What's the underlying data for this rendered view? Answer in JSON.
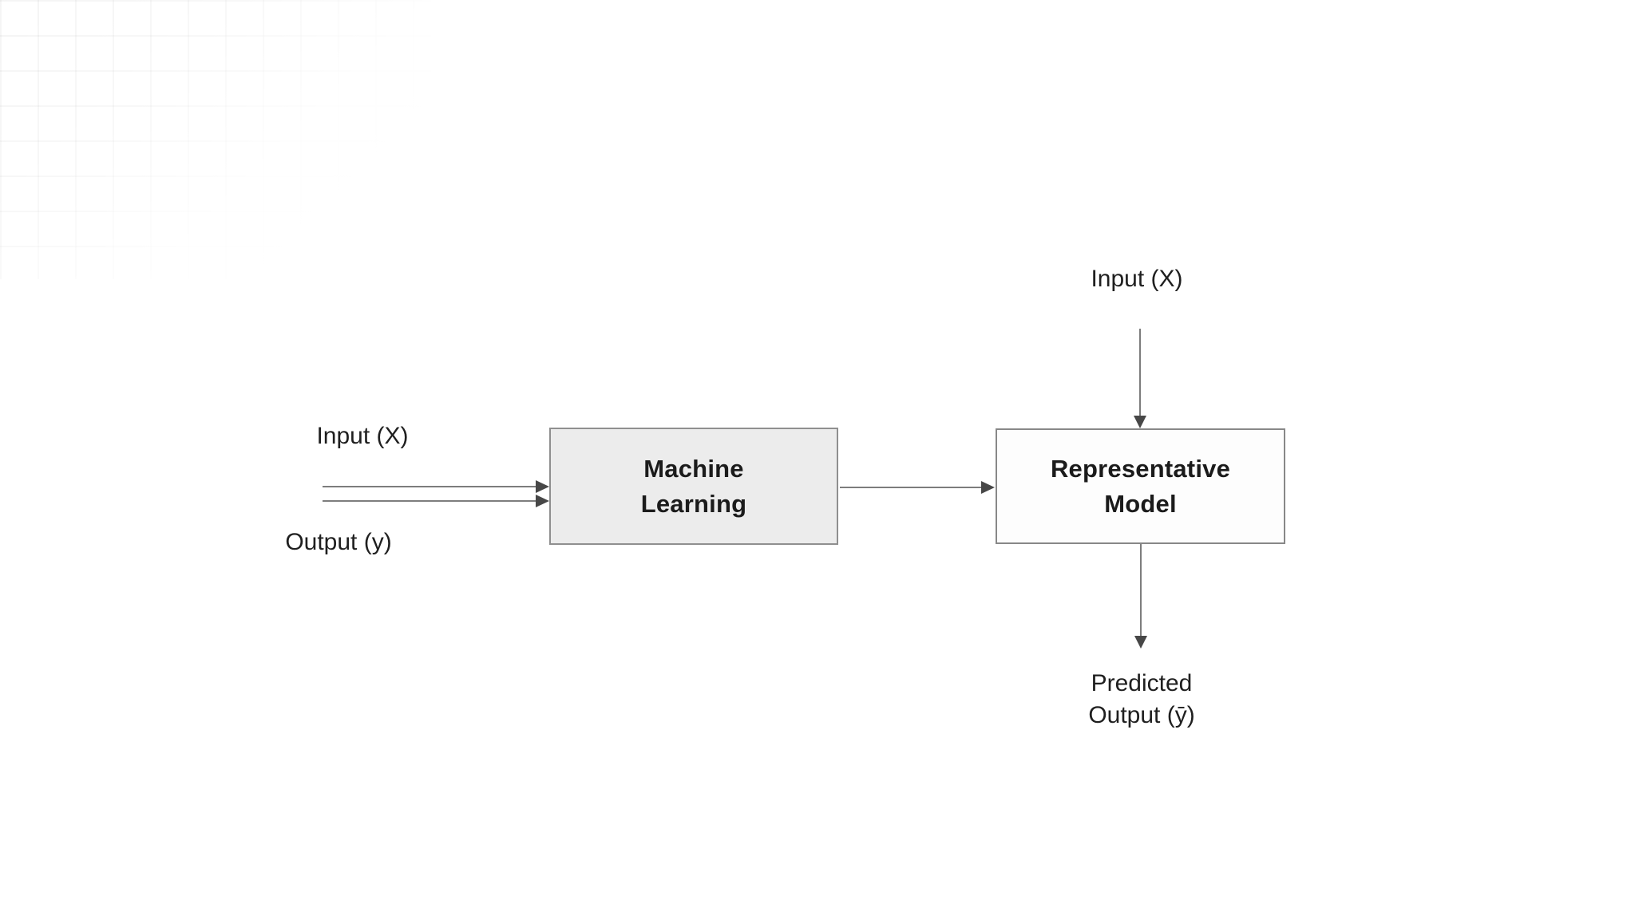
{
  "diagram": {
    "title_context": "machine learning training and inference flow",
    "nodes": [
      {
        "id": "machine-learning",
        "lines": [
          "Machine",
          "Learning"
        ],
        "fill": "#ececec"
      },
      {
        "id": "representative-model",
        "lines": [
          "Representative",
          "Model"
        ],
        "fill": "#fdfdfd"
      }
    ],
    "labels": {
      "left_input": "Input (X)",
      "left_output": "Output (y)",
      "top_input": "Input (X)",
      "predicted_line1": "Predicted",
      "predicted_line2": "Output (ȳ)"
    },
    "edges": [
      {
        "from": "Input (X)",
        "to": "Machine Learning",
        "direction": "right"
      },
      {
        "from": "Output (y)",
        "to": "Machine Learning",
        "direction": "right"
      },
      {
        "from": "Machine Learning",
        "to": "Representative Model",
        "direction": "right"
      },
      {
        "from": "Input (X)",
        "to": "Representative Model",
        "direction": "down"
      },
      {
        "from": "Representative Model",
        "to": "Predicted Output (ȳ)",
        "direction": "down"
      }
    ],
    "colors": {
      "background": "#ffffff",
      "grid_line": "rgba(100,100,100,0.10)",
      "box_border": "#8f8f8f",
      "ml_box_fill": "#ececec",
      "rm_box_fill": "#fdfdfd",
      "arrow_line": "#7d7d7d",
      "arrow_head": "#474747",
      "text": "#1b1b1b"
    }
  }
}
